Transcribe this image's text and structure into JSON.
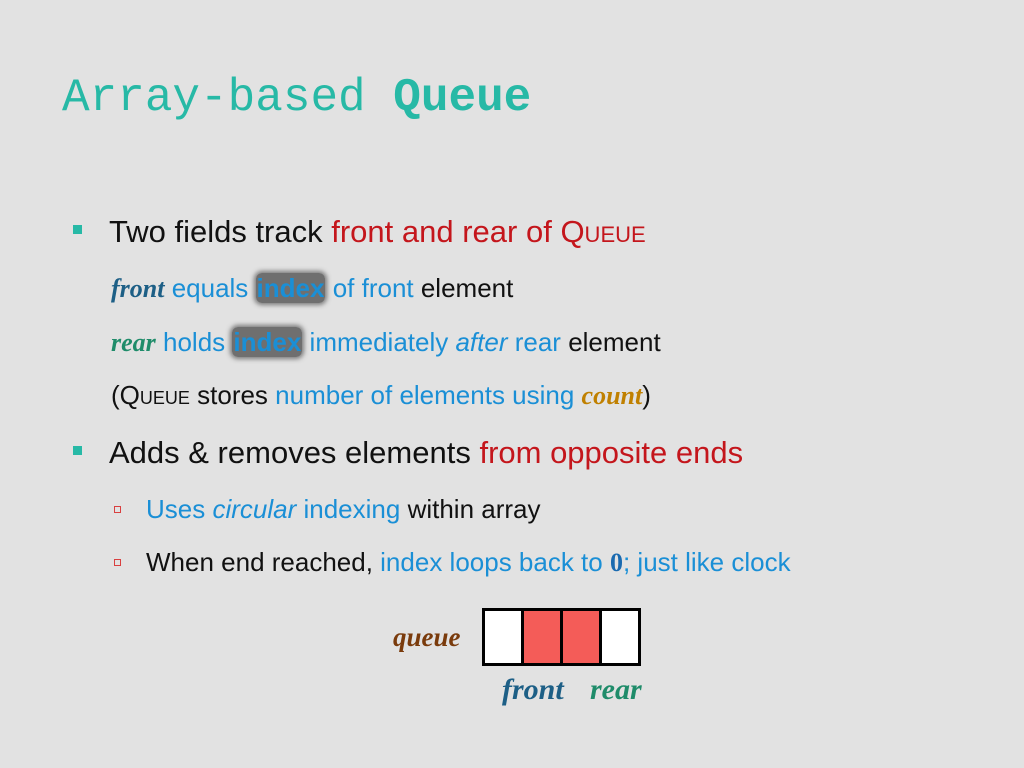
{
  "title": {
    "prefix": "Array-based ",
    "bold": "Queue"
  },
  "bullet1": {
    "lead": "Two fields track ",
    "red": "front and rear of ",
    "queue_word": "Queue"
  },
  "front_line": {
    "field": "front",
    "equals": " equals ",
    "index": "index",
    "of_front": " of front",
    "element": " element"
  },
  "rear_line": {
    "field": "rear",
    "holds": " holds ",
    "index": "index",
    "immediately": " immediately ",
    "after": "after",
    "rear_word": " rear",
    "element": " element"
  },
  "count_line": {
    "open": "(",
    "queue_word": "Queue",
    "stores": " stores ",
    "number_text": "number of elements using ",
    "count": "count",
    "close": ")"
  },
  "bullet2": {
    "lead": "Adds & removes elements ",
    "red": "from opposite ends"
  },
  "sub1": {
    "uses": "Uses ",
    "circular": "circular",
    "indexing": " indexing",
    "rest": " within array"
  },
  "sub2": {
    "lead": "When end reached, ",
    "blue1": "index loops back to ",
    "zero": "0",
    "blue2": "; just like clock"
  },
  "diagram": {
    "queue_label": "queue",
    "front_label": "front",
    "rear_label": "rear",
    "cells": [
      "empty",
      "filled",
      "filled",
      "empty"
    ],
    "filled_color": "#f45c58"
  },
  "colors": {
    "accent": "#27b9a6",
    "red": "#c4161c",
    "blue": "#1a8fd6",
    "background": "#e2e2e2"
  }
}
